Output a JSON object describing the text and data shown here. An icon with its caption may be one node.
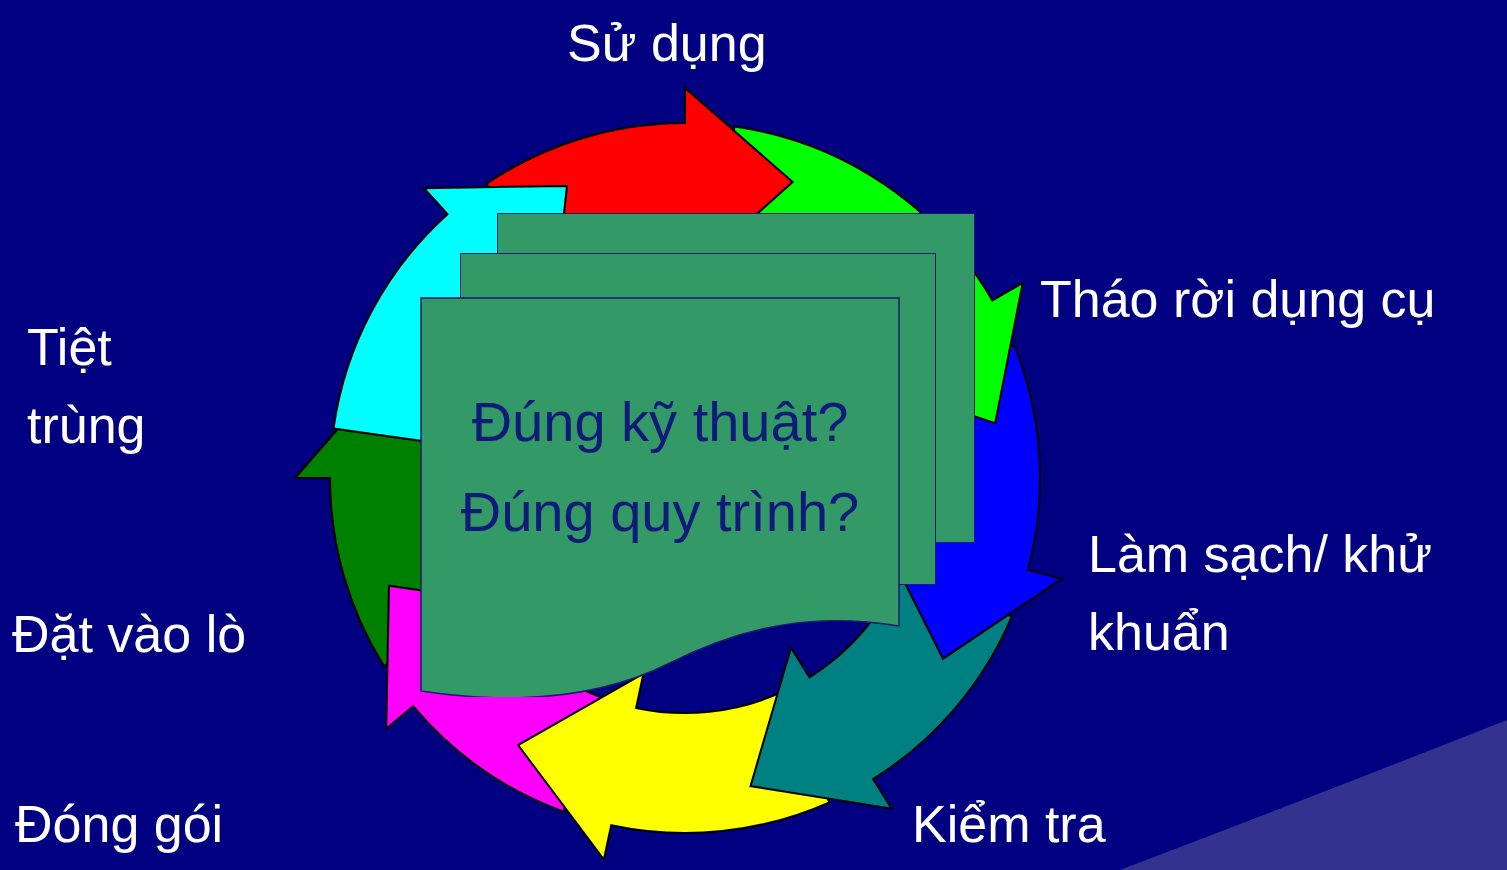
{
  "diagram": {
    "nodes": [
      {
        "text": [
          "Đúng kỹ thuật? Đúng quy trình?"
        ]
      }
    ],
    "labels": [
      "Sử dụng",
      "Tháo rời dụng cụ",
      "Làm sạch/ khử khuẩn",
      "Kiểm tra",
      "Đóng gói",
      "Đặt vào lò",
      "Tiệt trùng"
    ]
  }
}
